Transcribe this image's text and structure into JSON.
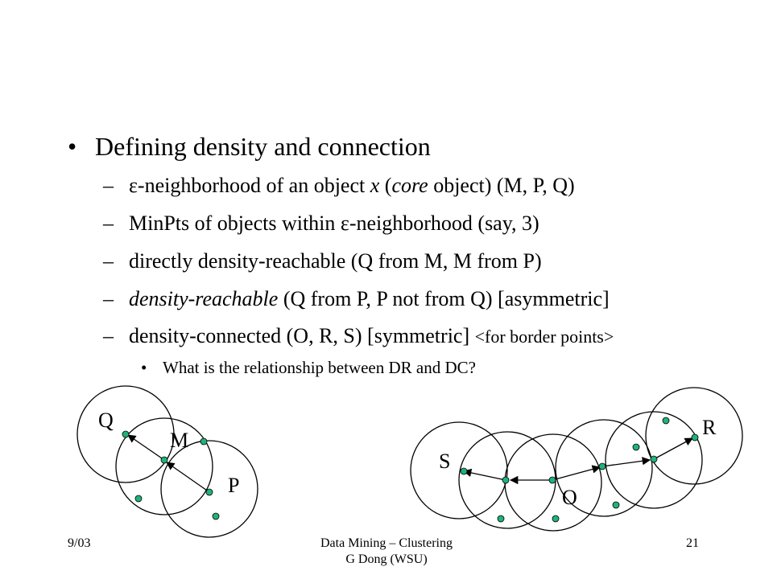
{
  "bullets": {
    "main_marker": "•",
    "main_text": "Defining density and connection",
    "dash": "–",
    "sub1_eps": "ε",
    "sub1_a": "-neighborhood of an object ",
    "sub1_x": "x",
    "sub1_b": " (",
    "sub1_core": "core",
    "sub1_c": " object) (M, P, Q)",
    "sub2_a": "MinPts of objects within ",
    "sub2_eps": "ε",
    "sub2_b": "-neighborhood (say, 3)",
    "sub3": "directly density-reachable (Q from M, M from P)",
    "sub4_italic": "density-reachable",
    "sub4_rest": " (Q from P, P not from Q) [asymmetric]",
    "sub5_main": "density-connected (O, R, S) [symmetric] ",
    "sub5_small": "<for border points>",
    "subsub_marker": "•",
    "subsub_text": "What is the relationship between DR and DC?"
  },
  "diagram": {
    "labels": {
      "q": "Q",
      "m": "M",
      "p": "P",
      "s": "S",
      "o": "O",
      "r": "R"
    },
    "circle_stroke": "#000000",
    "point_fill": "#1fb37a",
    "point_stroke": "#000000"
  },
  "footer": {
    "left": "9/03",
    "center_line1": "Data Mining – Clustering",
    "center_line2": "G Dong (WSU)",
    "right": "21"
  }
}
